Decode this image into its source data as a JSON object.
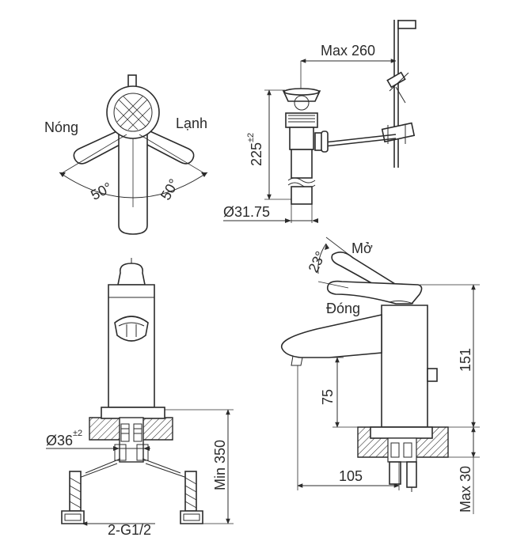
{
  "top_view": {
    "hot_label": "Nóng",
    "cold_label": "Lạnh",
    "angle_left": "50°",
    "angle_right": "50°"
  },
  "drain_view": {
    "max_label": "Max 260",
    "height_value": "225",
    "height_tolerance": "±2",
    "diameter_label": "Ø31.75"
  },
  "front_view": {
    "hole_diameter": "Ø36",
    "hole_tolerance": "±2",
    "min_label": "Min 350",
    "thread_label": "2-G1/2"
  },
  "side_view": {
    "open_label": "Mở",
    "close_label": "Đóng",
    "angle": "23°",
    "height_151": "151",
    "height_75": "75",
    "reach_105": "105",
    "max30_label": "Max 30"
  }
}
